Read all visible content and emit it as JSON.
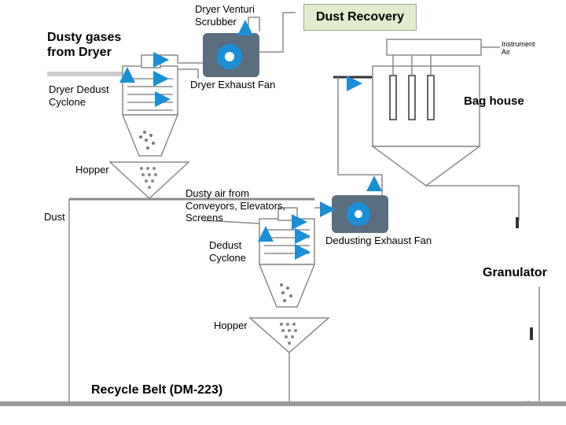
{
  "title": "Dust Recovery",
  "labels": {
    "dusty_gases": "Dusty gases\nfrom Dryer",
    "venturi": "Dryer Venturi\nScrubber",
    "instrument_air": "Instrument\nAir",
    "dryer_exhaust_fan": "Dryer Exhaust Fan",
    "dryer_dedust_cyclone": "Dryer Dedust\nCyclone",
    "bag_house": "Bag house",
    "hopper_1": "Hopper",
    "dust": "Dust",
    "dusty_air": "Dusty air from\nConveyors, Elevators,\nScreens",
    "dedust_cyclone": "Dedust\nCyclone",
    "dedusting_exhaust_fan": "Dedusting Exhaust Fan",
    "granulator": "Granulator",
    "hopper_2": "Hopper",
    "recycle_belt": "Recycle Belt (DM-223)",
    "page_number": "18"
  },
  "colors": {
    "pipe": "#8a8a8a",
    "arrow": "#1b8fd6",
    "fan_body": "#5a6e80",
    "fan_wheel": "#1b8fd6",
    "title_bg": "#dfeccd",
    "belt": "#9a9a9a"
  }
}
